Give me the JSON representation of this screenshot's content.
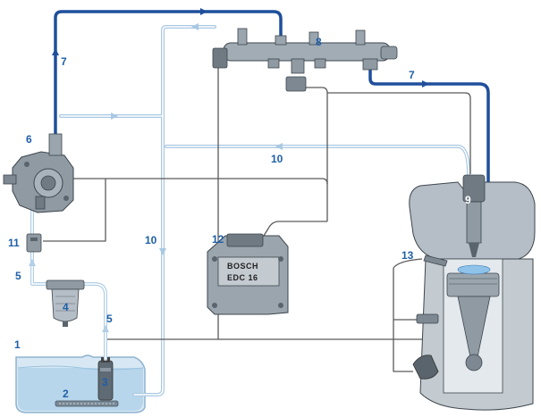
{
  "labels": {
    "l1": "1",
    "l2": "2",
    "l3": "3",
    "l4": "4",
    "l5a": "5",
    "l5b": "5",
    "l6": "6",
    "l7a": "7",
    "l7b": "7",
    "l8": "8",
    "l9": "9",
    "l10a": "10",
    "l10b": "10",
    "l11": "11",
    "l12": "12",
    "l13": "13"
  },
  "ecu": {
    "brand": "BOSCH",
    "model": "EDC 16"
  },
  "colors": {
    "high_pressure": "#1f4f9c",
    "low_pressure": "#c9dced",
    "return_line": "#a9c8e3",
    "wire": "#5a5a5a",
    "tank_fluid": "#bcd9ec",
    "label": "#1f5fa8"
  }
}
